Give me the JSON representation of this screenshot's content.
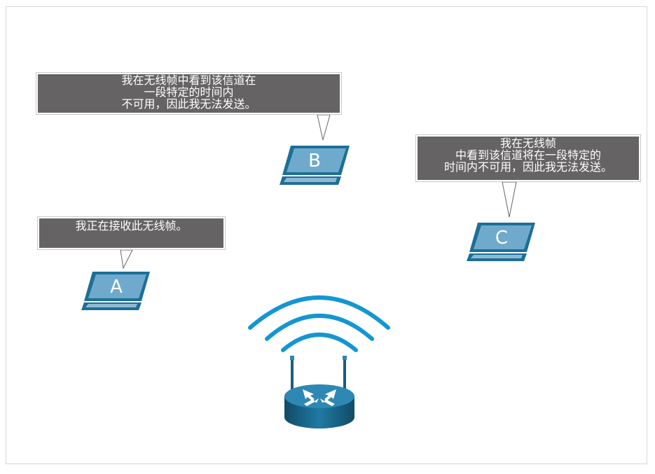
{
  "bubbles": {
    "b": {
      "lines": [
        "我在无线帧中看到该信道在",
        "一段特定的时间内",
        "不可用，因此我无法发送。"
      ]
    },
    "c": {
      "lines": [
        "我在无线帧",
        "中看到该信道将在一段特定的",
        "时间内不可用，因此我无法发送。"
      ]
    },
    "a": {
      "lines": [
        "我正在接收此无线帧。"
      ]
    }
  },
  "laptops": {
    "a": {
      "label": "A"
    },
    "b": {
      "label": "B"
    },
    "c": {
      "label": "C"
    }
  },
  "colors": {
    "bubble_bg": "#666364",
    "laptop_body": "#1c6f97",
    "laptop_screen": "#6fa9cc",
    "signal": "#1496d2",
    "router": "#1b5d7d"
  }
}
